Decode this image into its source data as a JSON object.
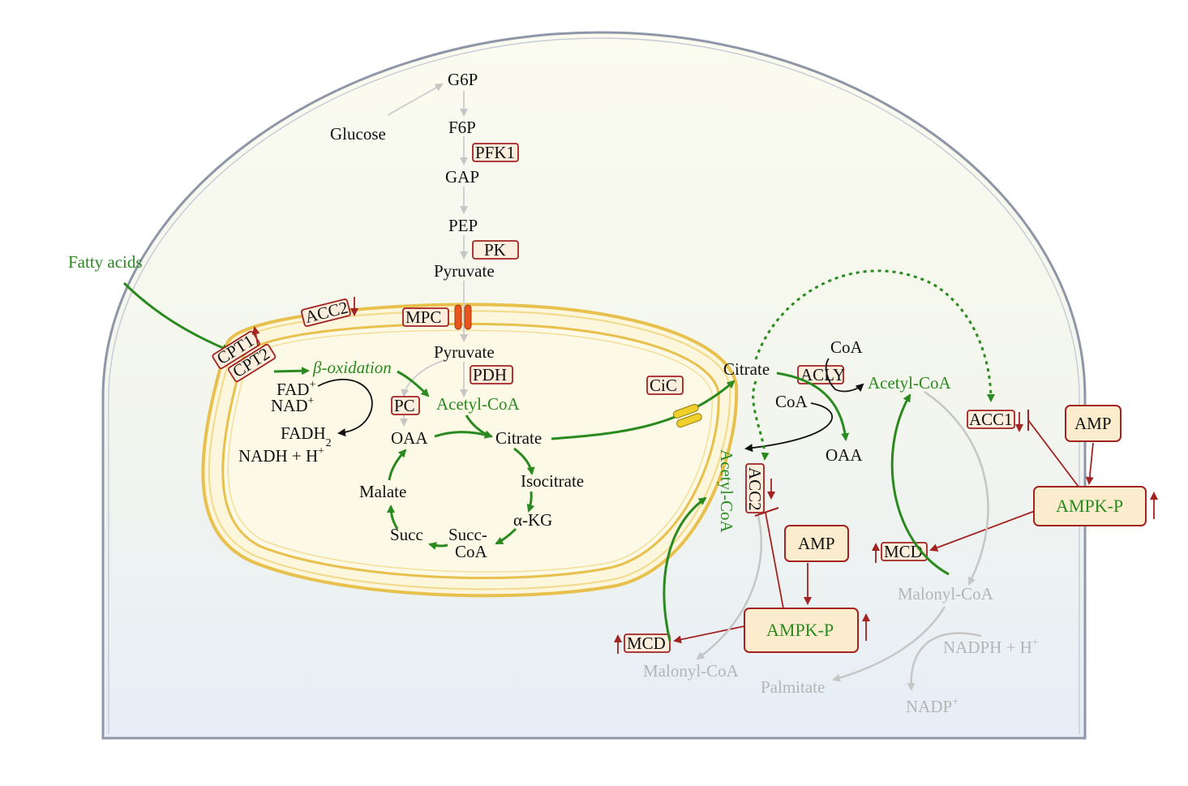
{
  "colors": {
    "cytoplasm_fill": "#fafbef",
    "cell_border": "#8e96a8",
    "mito_membrane": "#e7c04e",
    "mito_fill": "#fbf6dc",
    "green_flux": "#2a8a1f",
    "inactive_grey": "#c6c6c6",
    "regulation_red": "#a32222"
  },
  "glycolysis": {
    "g6p": "G6P",
    "glucose": "Glucose",
    "f6p": "F6P",
    "gap": "GAP",
    "pep": "PEP",
    "pyruvate_cyto": "Pyruvate"
  },
  "enzymes": {
    "pfk1": "PFK1",
    "pk": "PK",
    "mpc": "MPC",
    "pdh": "PDH",
    "pc": "PC",
    "cic": "CiC",
    "acly": "ACLY",
    "acc1": "ACC1",
    "acc2_mito": "ACC2",
    "acc2_cyto": "ACC2",
    "cpt1": "CPT1",
    "cpt2": "CPT2",
    "mcd_left": "MCD",
    "mcd_right": "MCD"
  },
  "mitochondria": {
    "pyruvate": "Pyruvate",
    "beta_oxidation": "β-oxidation",
    "fad": "FAD",
    "nad": "NAD",
    "fadh": "FADH",
    "fadh_sub": "2",
    "nadh": "NADH + H",
    "plus": "+",
    "acetyl_coa": "Acetyl-CoA",
    "tca": {
      "oaa": "OAA",
      "citrate": "Citrate",
      "isocitrate": "Isocitrate",
      "akg": "α-KG",
      "succ_coa_1": "Succ-",
      "succ_coa_2": "CoA",
      "succ": "Succ",
      "malate": "Malate"
    }
  },
  "cytosol": {
    "fatty_acids": "Fatty acids",
    "citrate": "Citrate",
    "coa_top": "CoA",
    "coa_mid": "CoA",
    "oaa": "OAA",
    "acetyl_coa_right": "Acetyl-CoA",
    "acetyl_coa_vertical": "Acetyl-CoA",
    "malonyl_coa_left": "Malonyl-CoA",
    "malonyl_coa_right": "Malonyl-CoA",
    "palmitate": "Palmitate",
    "nadph": "NADPH + H",
    "nadp": "NADP"
  },
  "regulation": {
    "amp_center": "AMP",
    "ampk_center": "AMPK-P",
    "amp_right": "AMP",
    "ampk_right": "AMPK-P"
  }
}
